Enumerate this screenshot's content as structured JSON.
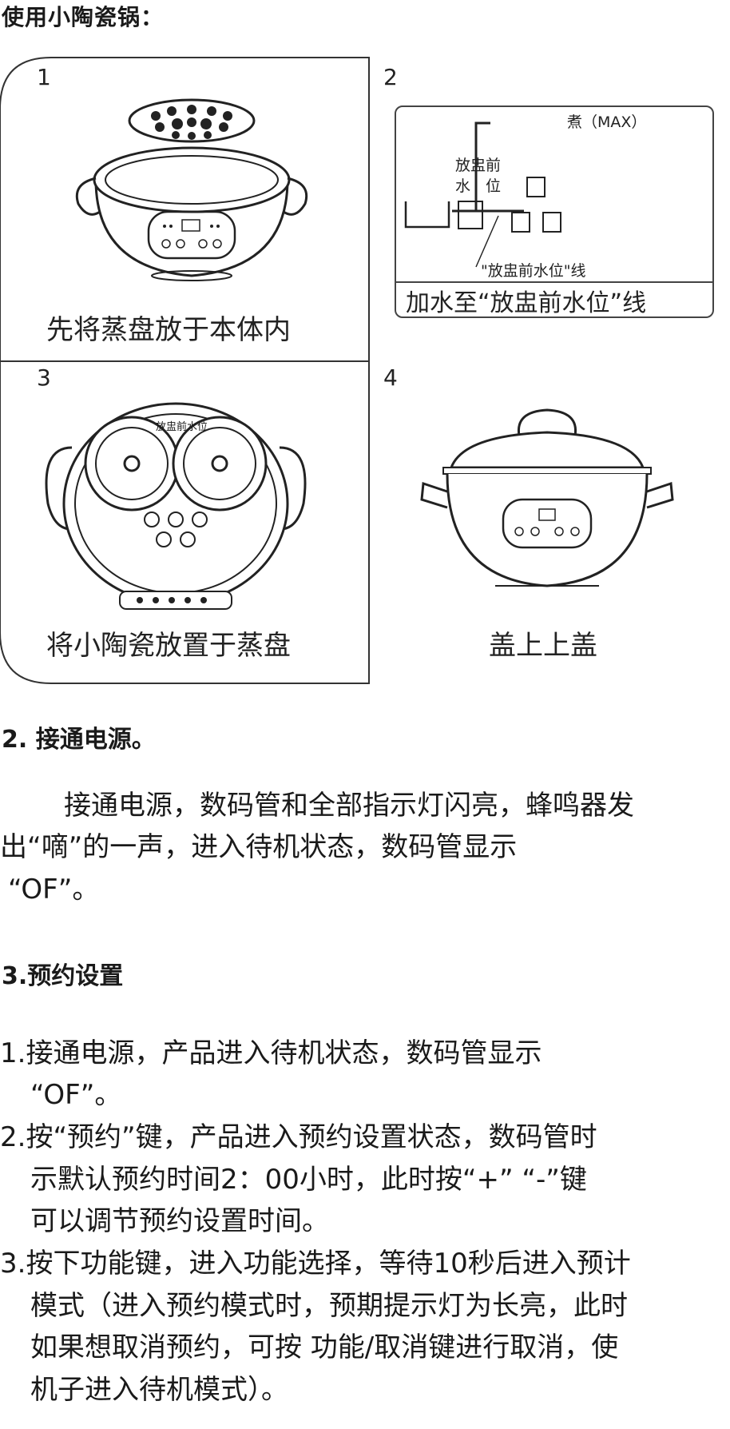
{
  "heading": "使用小陶瓷锅：",
  "panels": [
    {
      "num": "1",
      "caption": "先将蒸盘放于本体内"
    },
    {
      "num": "2",
      "caption": "加水至“放盅前水位”线",
      "labels": {
        "max": "煮（MAX）",
        "before_line1": "放盅前",
        "before_line2": "水　位",
        "line_label": "\"放盅前水位\"线"
      }
    },
    {
      "num": "3",
      "caption": "将小陶瓷放置于蒸盘",
      "lid_label": "放盅前水位"
    },
    {
      "num": "4",
      "caption": "盖上上盖"
    }
  ],
  "section2": {
    "title": "2. 接通电源。",
    "lines": [
      "接通电源，数码管和全部指示灯闪亮，蜂鸣器发",
      "出“嘀”的一声，进入待机状态，数码管显示",
      "“OF”。"
    ]
  },
  "section3": {
    "title": "3.预约设置",
    "items": [
      [
        "1.接通电源，产品进入待机状态，数码管显示",
        "“OF”。"
      ],
      [
        "2.按“预约”键，产品进入预约设置状态，数码管时",
        "示默认预约时间2：00小时，此时按“+” “-”键",
        "可以调节预约设置时间。"
      ],
      [
        "3.按下功能键，进入功能选择，等待10秒后进入预计",
        "模式（进入预约模式时，预期提示灯为长亮，此时",
        "如果想取消预约，可按 功能/取消键进行取消，使",
        "机子进入待机模式）。"
      ]
    ]
  }
}
